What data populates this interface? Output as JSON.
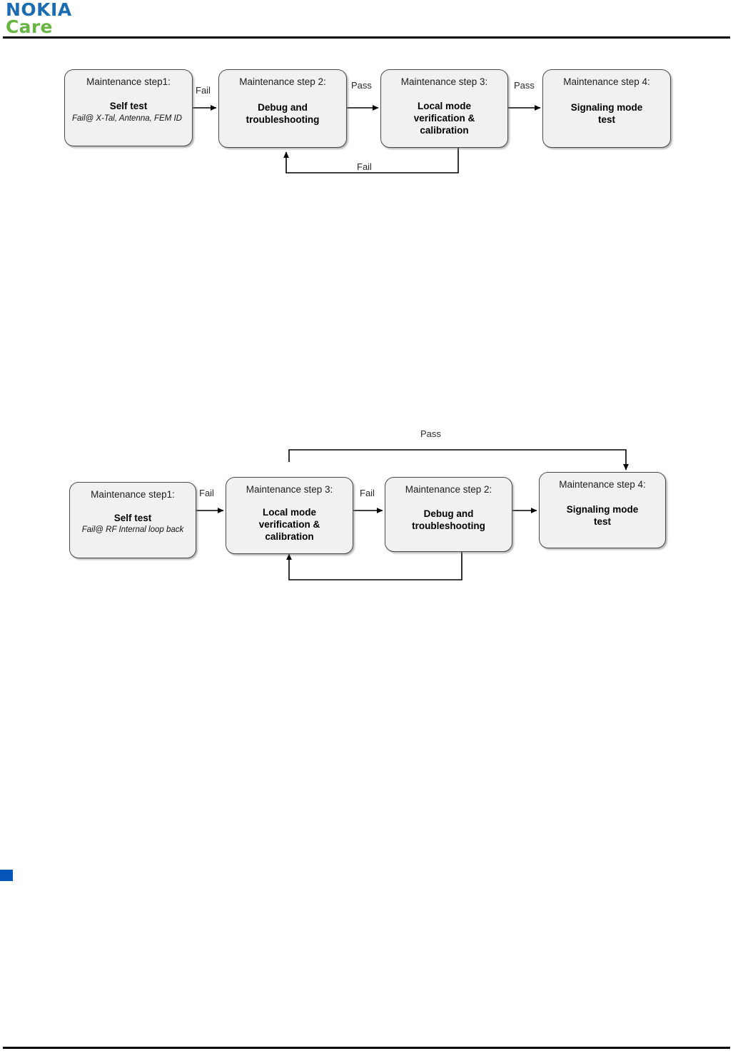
{
  "header": {
    "logo_line1": "NOKIA",
    "logo_line2": "Care",
    "logo_color_primary": "#1b6cb3",
    "logo_color_secondary": "#68b544",
    "rule_color": "#000000"
  },
  "footer": {
    "marker_color": "#0556b8",
    "rule_color": "#000000"
  },
  "diagrams": [
    {
      "id": "maintenance-flow-selftest-xtal",
      "nodes": [
        {
          "id": "chart1-step1",
          "title": "Maintenance step1:",
          "main": "Self test",
          "sub": "Fail@ X-Tal, Antenna, FEM ID"
        },
        {
          "id": "chart1-step2",
          "title": "Maintenance step 2:",
          "main": "Debug and troubleshooting",
          "sub": ""
        },
        {
          "id": "chart1-step3",
          "title": "Maintenance step 3:",
          "main": "Local mode verification & calibration",
          "sub": ""
        },
        {
          "id": "chart1-step4",
          "title": "Maintenance step 4:",
          "main": "Signaling mode test",
          "sub": ""
        }
      ],
      "edges": [
        {
          "id": "chart1-edge-1to2",
          "label": "Fail",
          "from": "chart1-step1",
          "to": "chart1-step2"
        },
        {
          "id": "chart1-edge-2to3",
          "label": "Pass",
          "from": "chart1-step2",
          "to": "chart1-step3"
        },
        {
          "id": "chart1-edge-3to4",
          "label": "Pass",
          "from": "chart1-step3",
          "to": "chart1-step4"
        },
        {
          "id": "chart1-edge-3to2-loop",
          "label": "Fail",
          "from": "chart1-step3",
          "to": "chart1-step2"
        }
      ]
    },
    {
      "id": "maintenance-flow-selftest-rf-loopback",
      "nodes": [
        {
          "id": "chart2-step1",
          "title": "Maintenance step1:",
          "main": "Self test",
          "sub": "Fail@ RF Internal loop back"
        },
        {
          "id": "chart2-step3",
          "title": "Maintenance step 3:",
          "main": "Local mode verification & calibration",
          "sub": ""
        },
        {
          "id": "chart2-step2",
          "title": "Maintenance step 2:",
          "main": "Debug and troubleshooting",
          "sub": ""
        },
        {
          "id": "chart2-step4",
          "title": "Maintenance step 4:",
          "main": "Signaling mode test",
          "sub": ""
        }
      ],
      "edges": [
        {
          "id": "chart2-edge-1to3",
          "label": "Fail",
          "from": "chart2-step1",
          "to": "chart2-step3"
        },
        {
          "id": "chart2-edge-3to2",
          "label": "Fail",
          "from": "chart2-step3",
          "to": "chart2-step2"
        },
        {
          "id": "chart2-edge-2to4",
          "label": "",
          "from": "chart2-step2",
          "to": "chart2-step4"
        },
        {
          "id": "chart2-edge-3to4-pass",
          "label": "Pass",
          "from": "chart2-step3",
          "to": "chart2-step4"
        },
        {
          "id": "chart2-edge-2to3-loop",
          "label": "",
          "from": "chart2-step2",
          "to": "chart2-step3"
        }
      ]
    }
  ]
}
